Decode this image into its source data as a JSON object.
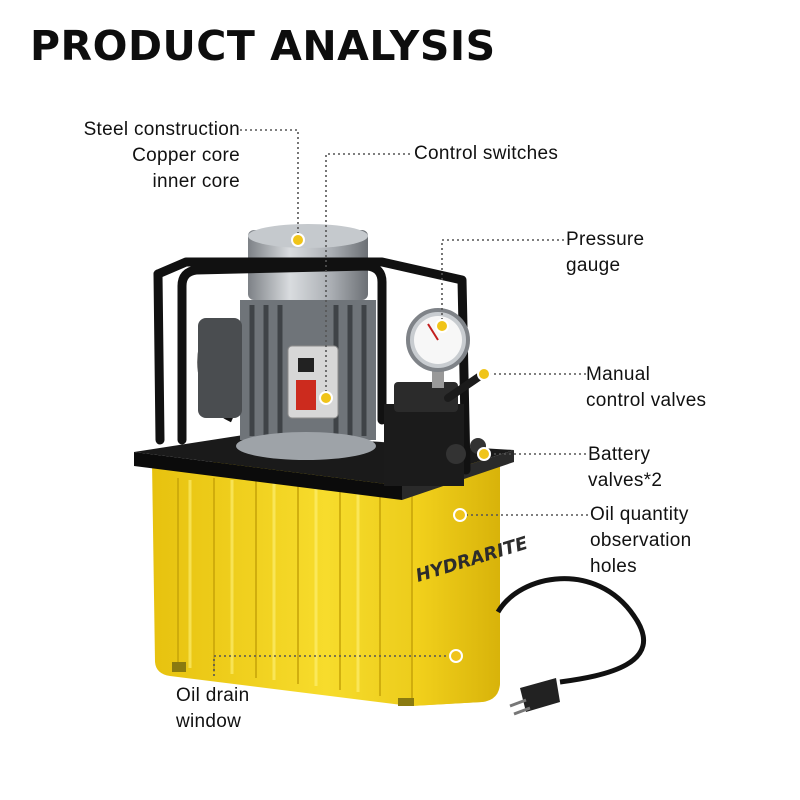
{
  "page": {
    "title": "PRODUCT ANALYSIS"
  },
  "brand": {
    "logo_text": "HYDRARITE"
  },
  "callouts": {
    "motor": {
      "lines": [
        "Steel construction",
        "Copper core",
        "inner core"
      ]
    },
    "switch": {
      "lines": [
        "Control switches"
      ]
    },
    "gauge": {
      "lines": [
        "Pressure",
        "gauge"
      ]
    },
    "manual": {
      "lines": [
        "Manual",
        "control valves"
      ]
    },
    "battery": {
      "lines": [
        "Battery",
        "valves*2"
      ]
    },
    "oil_qty": {
      "lines": [
        "Oil quantity",
        "observation",
        "holes"
      ]
    },
    "drain": {
      "lines": [
        "Oil drain",
        "window"
      ]
    }
  },
  "colors": {
    "tank_yellow": "#f2d21a",
    "frame_black": "#111111",
    "callout_dot": "#f0c419",
    "motor_gray": "#b8bcc0"
  }
}
